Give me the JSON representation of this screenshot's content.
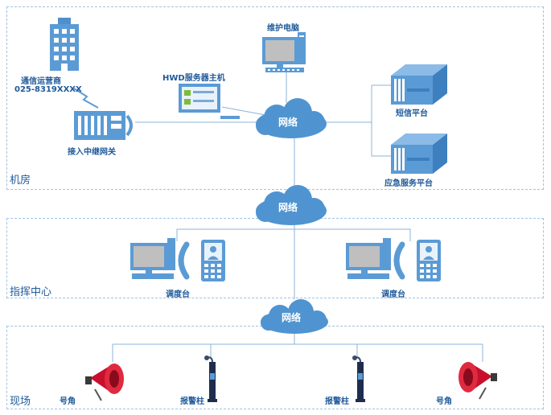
{
  "zones": {
    "machine_room": "机房",
    "command_center": "指挥中心",
    "field": "现场"
  },
  "nodes": {
    "carrier_name": "通信运营商",
    "carrier_phone": "025-8319XXXX",
    "gateway": "接入中继网关",
    "hwd_host": "HWD服务器主机",
    "maintenance_pc": "维护电脑",
    "sms_platform": "短信平台",
    "emergency_platform": "应急服务平台",
    "dispatch_left": "调度台",
    "dispatch_right": "调度台",
    "horn_left": "号角",
    "alarm_post_left": "报警柱",
    "alarm_post_right": "报警柱",
    "horn_right": "号角"
  },
  "clouds": {
    "top": "网络",
    "middle": "网络",
    "bottom": "网络"
  },
  "colors": {
    "line": "#8db3d9",
    "cloud": "#4f94d0",
    "device": "#5b9bd5",
    "text": "#1f5a9a",
    "horn": "#c8102e"
  }
}
